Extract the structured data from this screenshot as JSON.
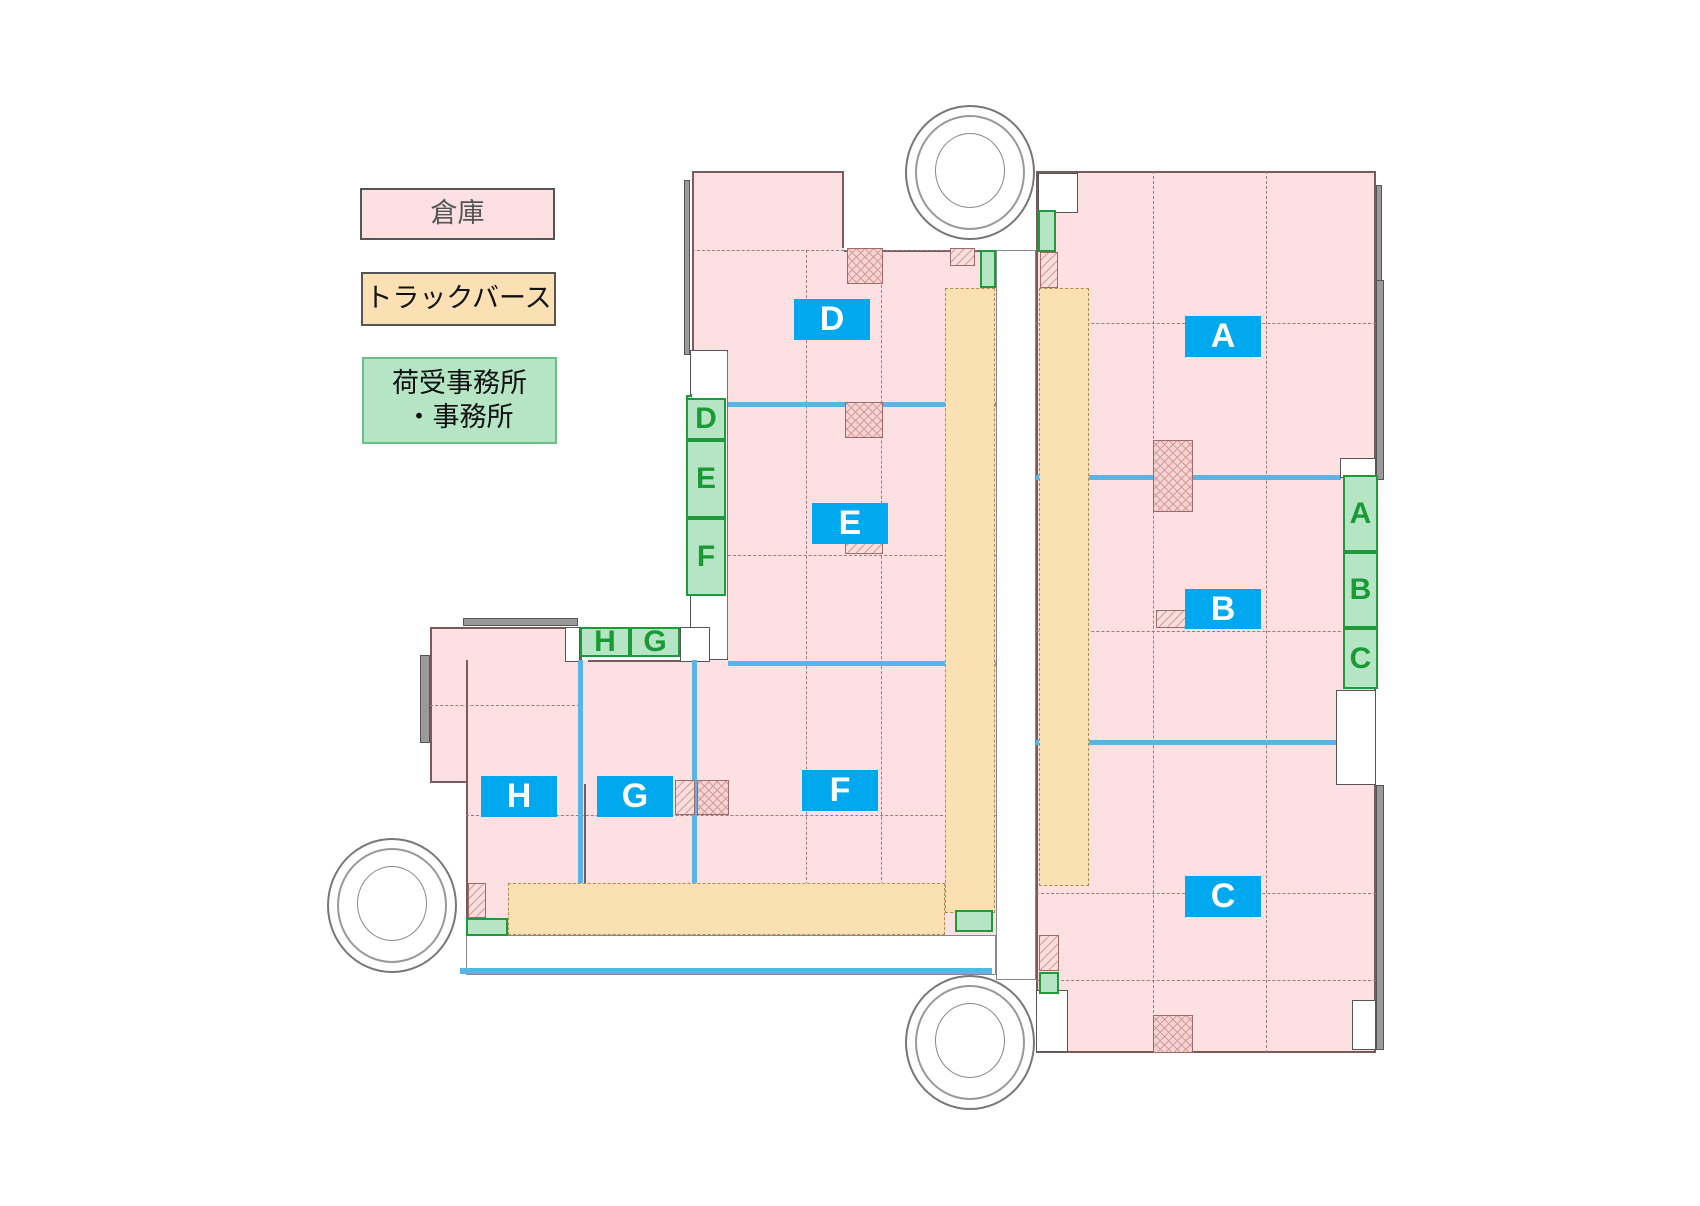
{
  "legend": {
    "warehouse": "倉庫",
    "truck_berth": "トラックバース",
    "office_line1": "荷受事務所",
    "office_line2": "・事務所"
  },
  "colors": {
    "warehouse": "#fde0e2",
    "truck_berth": "#fbe0b3",
    "office": "#b5e5c4",
    "unit_label": "#00a8f0",
    "office_label_text": "#1a9a34",
    "fire_wall": "#5ab4e6"
  },
  "units": {
    "A": "A",
    "B": "B",
    "C": "C",
    "D": "D",
    "E": "E",
    "F": "F",
    "G": "G",
    "H": "H"
  },
  "offices": {
    "A": "A",
    "B": "B",
    "C": "C",
    "D": "D",
    "E": "E",
    "F": "F",
    "G": "G",
    "H": "H"
  }
}
